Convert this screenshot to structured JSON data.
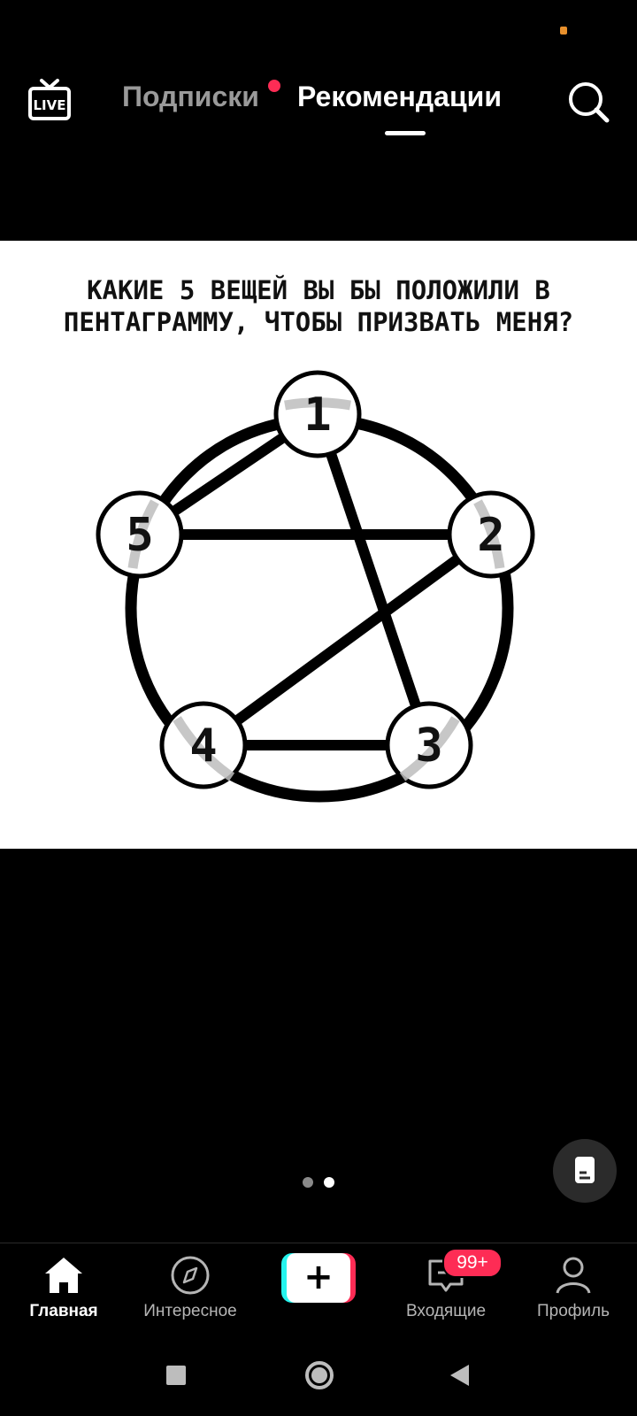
{
  "header": {
    "live_label": "LIVE",
    "tabs": [
      {
        "label": "Подписки",
        "has_dot": true
      },
      {
        "label": "Рекомендации",
        "active": true
      }
    ]
  },
  "post": {
    "question_lines": [
      "КАКИЕ 5 ВЕЩЕЙ ВЫ БЫ ПОЛОЖИЛИ В",
      "ПЕНТАГРАММУ, ЧТОБЫ ПРИЗВАТЬ МЕНЯ?"
    ],
    "points": [
      "1",
      "2",
      "3",
      "4",
      "5"
    ]
  },
  "pager": {
    "count": 2,
    "active_index": 2
  },
  "bottom_nav": {
    "items": [
      {
        "label": "Главная",
        "icon": "home-icon",
        "active": true
      },
      {
        "label": "Интересное",
        "icon": "compass-icon"
      },
      {
        "label": "",
        "icon": "plus-icon"
      },
      {
        "label": "Входящие",
        "icon": "inbox-icon",
        "badge": "99+"
      },
      {
        "label": "Профиль",
        "icon": "profile-icon"
      }
    ]
  },
  "colors": {
    "accent": "#fe2c55",
    "accent2": "#25f4ee",
    "inactive_tab": "#9a9a9a"
  }
}
